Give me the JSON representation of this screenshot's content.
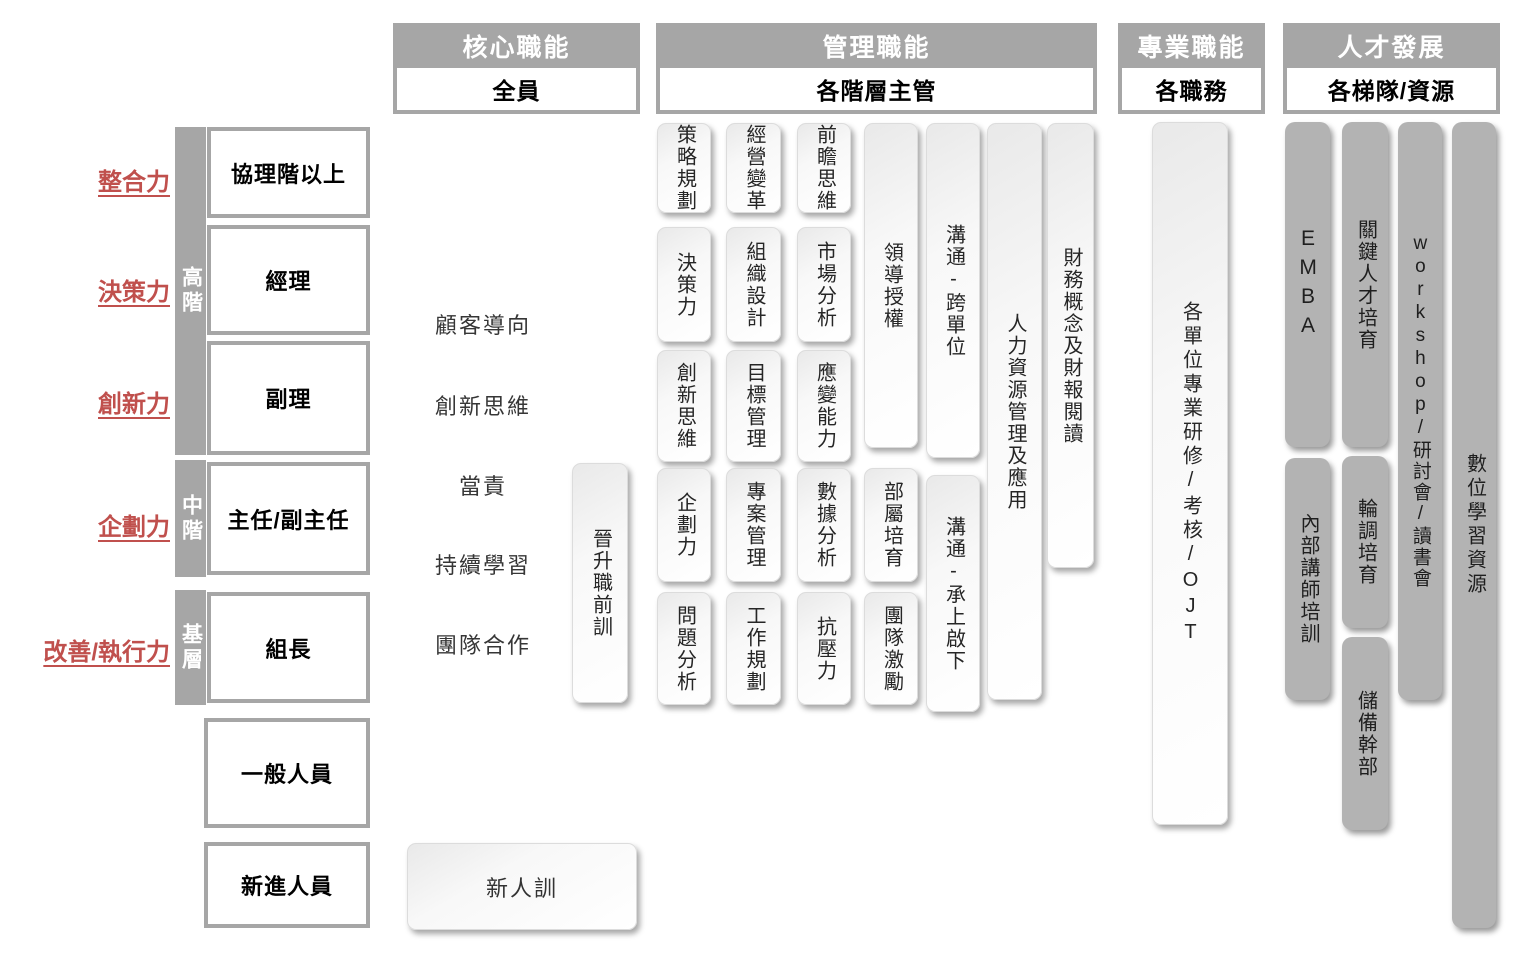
{
  "headers": {
    "core": {
      "title": "核心職能",
      "subtitle": "全員"
    },
    "management": {
      "title": "管理職能",
      "subtitle": "各階層主管"
    },
    "professional": {
      "title": "專業職能",
      "subtitle": "各職務"
    },
    "talent": {
      "title": "人才發展",
      "subtitle": "各梯隊/資源"
    }
  },
  "abilities": [
    "整合力",
    "決策力",
    "創新力",
    "企劃力",
    "改善/執行力"
  ],
  "bands": [
    "高階",
    "中階",
    "基層"
  ],
  "levels": [
    "協理階以上",
    "經理",
    "副理",
    "主任/副主任",
    "組長",
    "一般人員",
    "新進人員"
  ],
  "core": {
    "competencies": [
      "顧客導向",
      "創新思維",
      "當責",
      "持續學習",
      "團隊合作"
    ],
    "promotion_training": "晉升職前訓",
    "newcomer_training": "新人訓"
  },
  "management": {
    "col1": [
      "策略規劃",
      "決策力",
      "創新思維",
      "企劃力",
      "問題分析"
    ],
    "col2": [
      "經營變革",
      "組織設計",
      "目標管理",
      "專案管理",
      "工作規劃"
    ],
    "col3": [
      "前瞻思維",
      "市場分析",
      "應變能力",
      "數據分析",
      "抗壓力"
    ],
    "col4": [
      "領導授權",
      "部屬培育",
      "團隊激勵"
    ],
    "col5": [
      "溝通-跨單位",
      "溝通-承上啟下"
    ],
    "col6": "人力資源管理及應用",
    "col7": "財務概念及財報閱讀"
  },
  "professional": {
    "program": "各單位專業研修/考核/OJT"
  },
  "talent": {
    "col1": [
      "EMBA",
      "內部講師培訓"
    ],
    "col2": [
      "關鍵人才培育",
      "輪調培育",
      "儲備幹部"
    ],
    "col3": "workshop/研討會/讀書會",
    "col4": "數位學習資源"
  },
  "colors": {
    "header_gray": "#a6a6a6",
    "talent_gray": "#b3b3b3",
    "accent_red": "#c0504d"
  }
}
